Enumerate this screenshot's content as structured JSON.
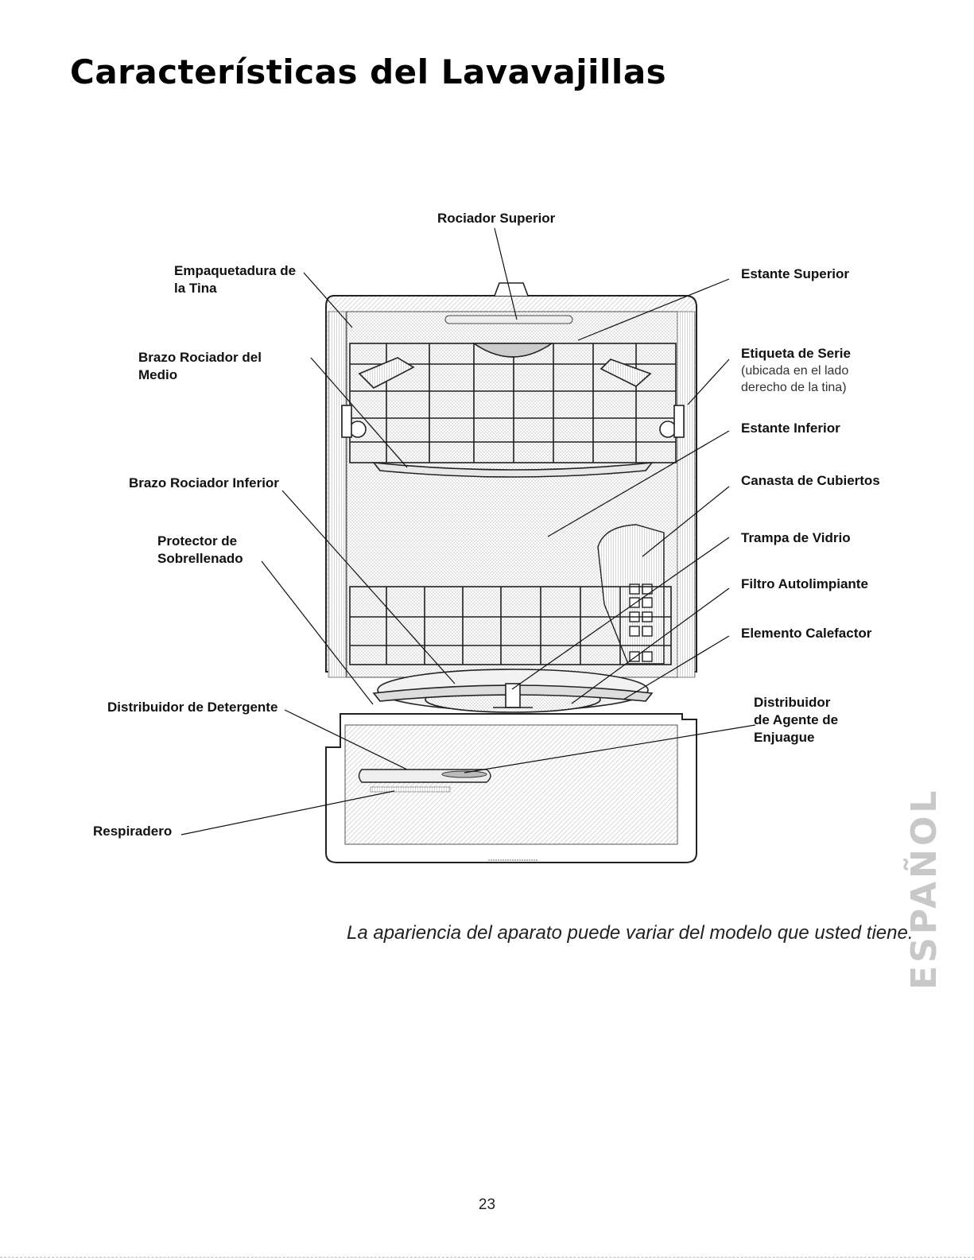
{
  "document": {
    "title": "Características del Lavavajillas",
    "caption": "La apariencia del aparato puede variar del modelo que usted tiene.",
    "side_tab": "ESPAÑOL",
    "page_number": "23"
  },
  "labels": {
    "rociador_superior": "Rociador Superior",
    "empaquetadura_1": "Empaquetadura de",
    "empaquetadura_2": "la Tina",
    "brazo_medio_1": "Brazo Rociador del",
    "brazo_medio_2": "Medio",
    "brazo_inferior": "Brazo Rociador Inferior",
    "protector_1": "Protector de",
    "protector_2": "Sobrellenado",
    "distribuidor_detergente": "Distribuidor de Detergente",
    "respiradero": "Respiradero",
    "estante_superior": "Estante Superior",
    "etiqueta_serie": "Etiqueta de Serie",
    "etiqueta_detalle_1": "(ubicada en el lado",
    "etiqueta_detalle_2": "derecho de la tina)",
    "estante_inferior": "Estante Inferior",
    "canasta_cubiertos": "Canasta de Cubiertos",
    "trampa_vidrio": "Trampa de Vidrio",
    "filtro": "Filtro Autolimpiante",
    "elemento_calefactor": "Elemento Calefactor",
    "distribuidor_agente_1": "Distribuidor",
    "distribuidor_agente_2": "de Agente de",
    "distribuidor_agente_3": "Enjuague"
  }
}
